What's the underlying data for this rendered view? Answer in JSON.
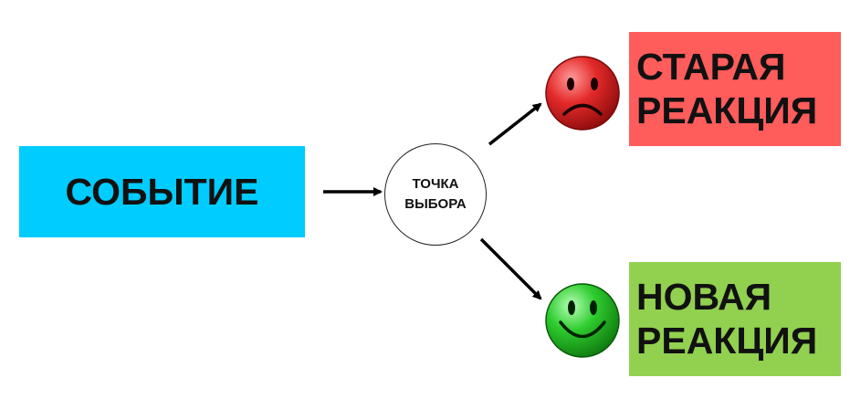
{
  "nodes": {
    "event": {
      "label": "СОБЫТИЕ"
    },
    "choice": {
      "line1": "ТОЧКА",
      "line2": "ВЫБОРА"
    },
    "old_reaction": {
      "line1": "СТАРАЯ",
      "line2": "РЕАКЦИЯ"
    },
    "new_reaction": {
      "line1": "НОВАЯ",
      "line2": "РЕАКЦИЯ"
    }
  },
  "icons": {
    "sad": "sad-face-icon",
    "happy": "happy-face-icon"
  },
  "colors": {
    "event_box": "#00ccff",
    "old_reaction_box": "#ff5c5c",
    "new_reaction_box": "#92d050",
    "sad_face": "#e02020",
    "happy_face": "#2ecc2e",
    "arrow": "#000000"
  }
}
